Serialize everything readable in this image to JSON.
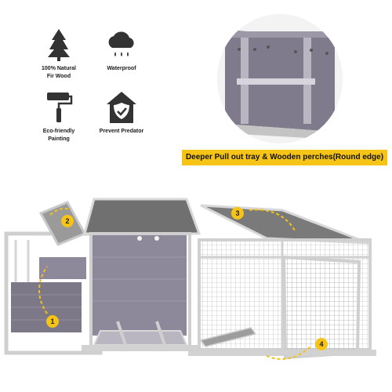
{
  "features": [
    {
      "icon": "tree-icon",
      "label_lines": [
        "100% Natural",
        "Fir Wood"
      ]
    },
    {
      "icon": "rain-cloud-icon",
      "label_lines": [
        "Waterproof"
      ]
    },
    {
      "icon": "paint-roller-icon",
      "label_lines": [
        "Eco-friendly",
        "Painting"
      ]
    },
    {
      "icon": "shield-house-icon",
      "label_lines": [
        "Prevent Predator"
      ]
    }
  ],
  "banner": {
    "text": "Deeper Pull out tray & Wooden perches(Round edge)"
  },
  "callouts": [
    "1",
    "2",
    "3",
    "4"
  ],
  "colors": {
    "banner": "#f6c416",
    "callout": "#f6c416",
    "wood_gray": "#8a8598",
    "frame": "#cfcfcf",
    "roof": "#6e6e6e"
  }
}
